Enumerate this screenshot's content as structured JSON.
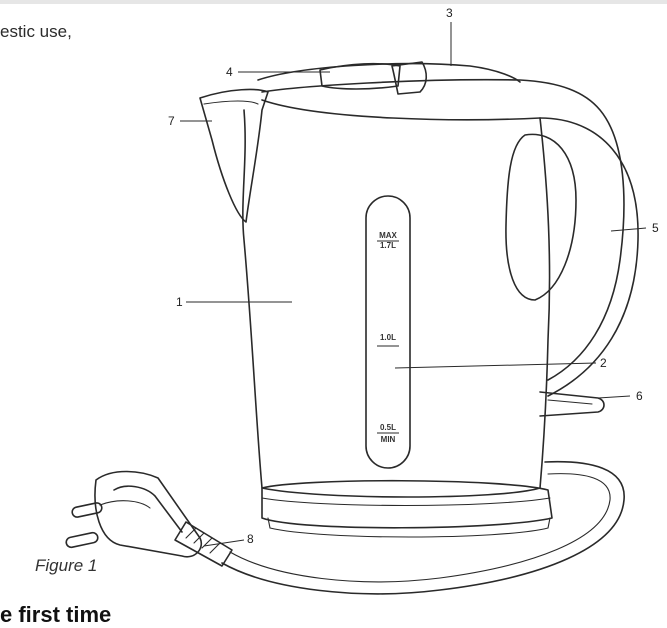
{
  "text": {
    "fragment_top": "estic use,",
    "caption": "Figure 1",
    "fragment_bottom": "e first time"
  },
  "scale_marks": {
    "max": "MAX",
    "max_volume": "1.7L",
    "mid_volume": "1.0L",
    "min_volume": "0.5L",
    "min": "MIN"
  },
  "callouts": [
    "1",
    "2",
    "3",
    "4",
    "5",
    "6",
    "7",
    "8"
  ]
}
